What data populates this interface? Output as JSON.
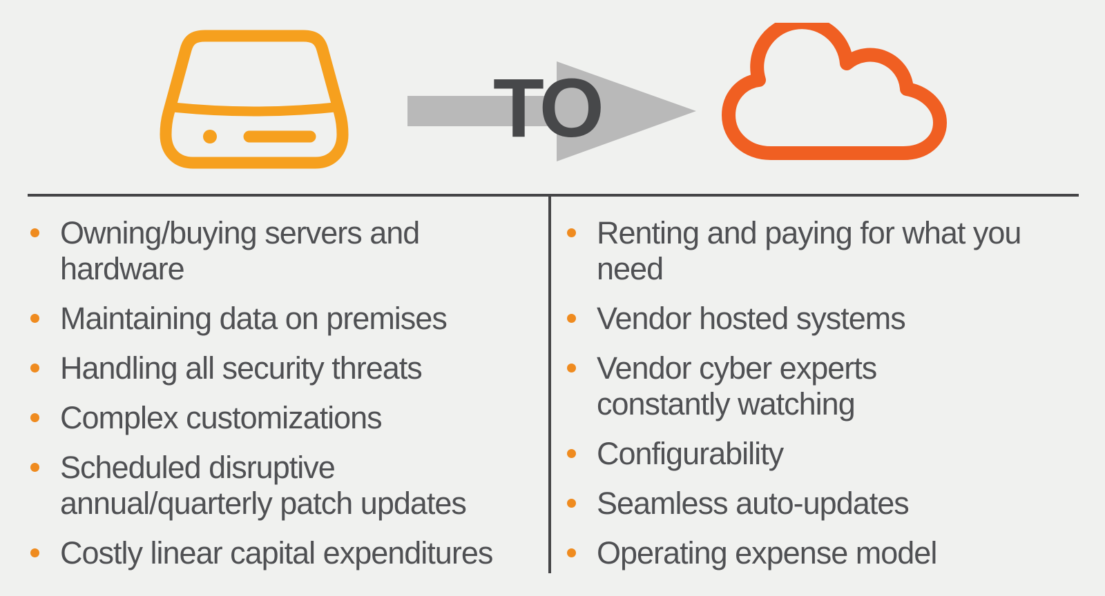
{
  "header": {
    "icons": [
      "hard-drive-icon",
      "arrow-right-icon",
      "cloud-icon"
    ],
    "transition_label": "TO"
  },
  "comparison": {
    "left": {
      "items": [
        "Owning/buying servers and hardware",
        "Maintaining data on premises",
        "Handling all security threats",
        "Complex customizations",
        "Scheduled disruptive\nannual/quarterly patch updates",
        "Costly linear capital expenditures"
      ]
    },
    "right": {
      "items": [
        "Renting and paying for what you need",
        "Vendor hosted systems",
        "Vendor cyber experts\nconstantly watching",
        "Configurability",
        "Seamless auto-updates",
        "Operating expense model"
      ]
    }
  },
  "colors": {
    "background": "#F0F1EF",
    "hard_drive_orange": "#F6A01E",
    "cloud_orange": "#F05F22",
    "bullet_orange": "#EF8B1F",
    "text_gray": "#4F5053",
    "divider_gray": "#454547",
    "arrow_gray": "#B9B9B9",
    "to_label_gray": "#47484A"
  }
}
